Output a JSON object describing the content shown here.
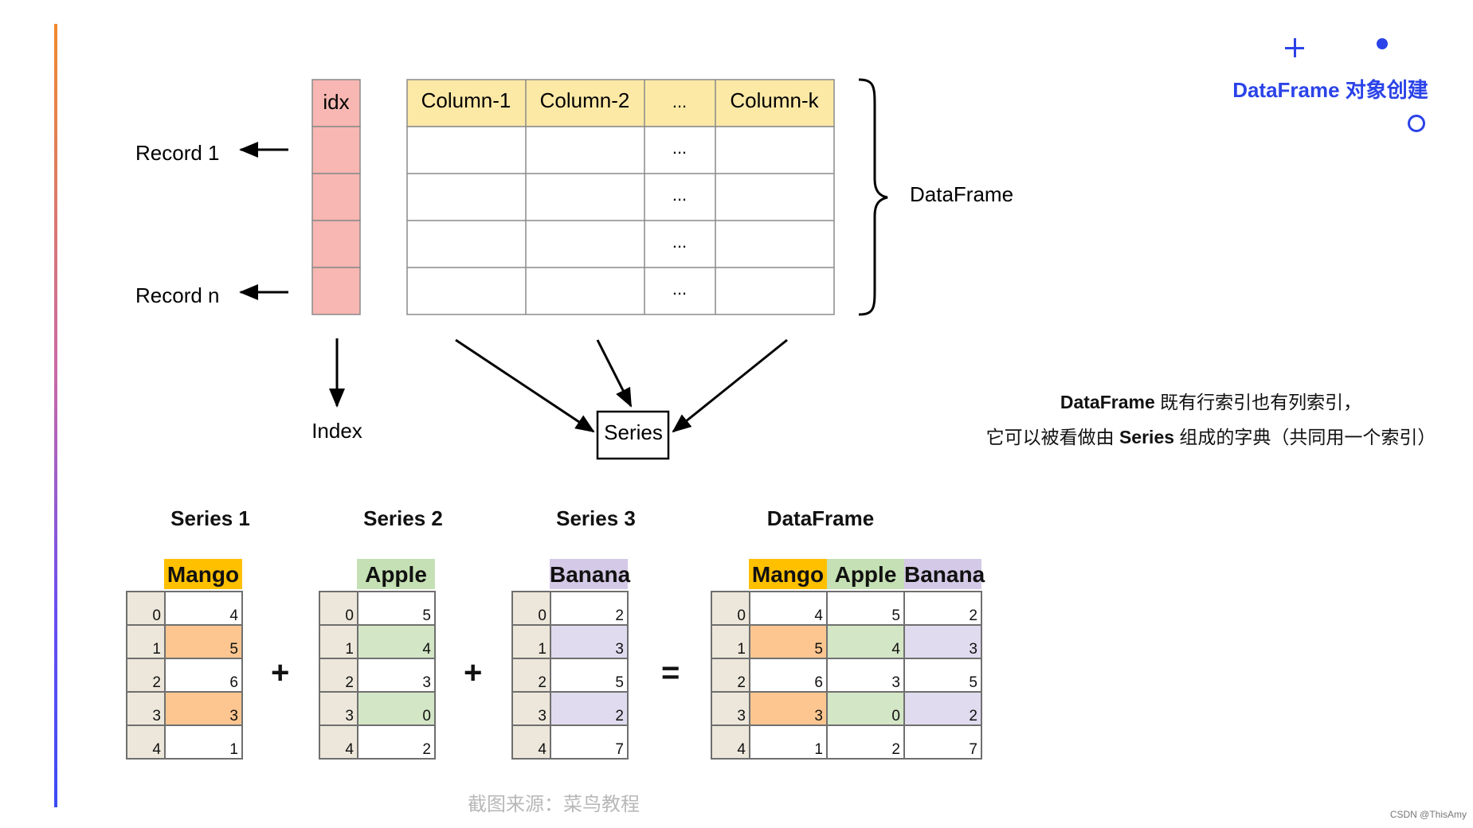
{
  "diagram": {
    "idx_header": "idx",
    "columns": [
      "Column-1",
      "Column-2",
      "...",
      "Column-k"
    ],
    "ellipsis": "...",
    "record_first": "Record 1",
    "record_last": "Record n",
    "index_label": "Index",
    "series_label": "Series",
    "dataframe_label": "DataFrame"
  },
  "corner": {
    "title": "DataFrame 对象创建"
  },
  "note": {
    "line1_bold": "DataFrame",
    "line1_rest": " 既有行索引也有列索引，",
    "line2_pre": "它可以被看做由 ",
    "line2_bold": "Series",
    "line2_post": " 组成的字典（共同用一个索引）"
  },
  "tables": {
    "series1": {
      "title": "Series 1",
      "header": "Mango"
    },
    "series2": {
      "title": "Series 2",
      "header": "Apple"
    },
    "series3": {
      "title": "Series 3",
      "header": "Banana"
    },
    "dataframe": {
      "title": "DataFrame",
      "headers": [
        "Mango",
        "Apple",
        "Banana"
      ]
    },
    "index": [
      "0",
      "1",
      "2",
      "3",
      "4"
    ],
    "mango": [
      "4",
      "5",
      "6",
      "3",
      "1"
    ],
    "apple": [
      "5",
      "4",
      "3",
      "0",
      "2"
    ],
    "banana": [
      "2",
      "3",
      "5",
      "2",
      "7"
    ],
    "operators": {
      "plus": "+",
      "equals": "="
    },
    "colors": {
      "mango_header": "#ffc000",
      "mango_cell": "#fdc690",
      "apple_header": "#c5e0b4",
      "apple_cell": "#d3e6c5",
      "banana_header": "#d4c9e6",
      "banana_cell": "#e0dbee",
      "index_cell": "#ece7da"
    }
  },
  "caption": "截图来源：菜鸟教程",
  "credit": "CSDN @ThisAmy"
}
